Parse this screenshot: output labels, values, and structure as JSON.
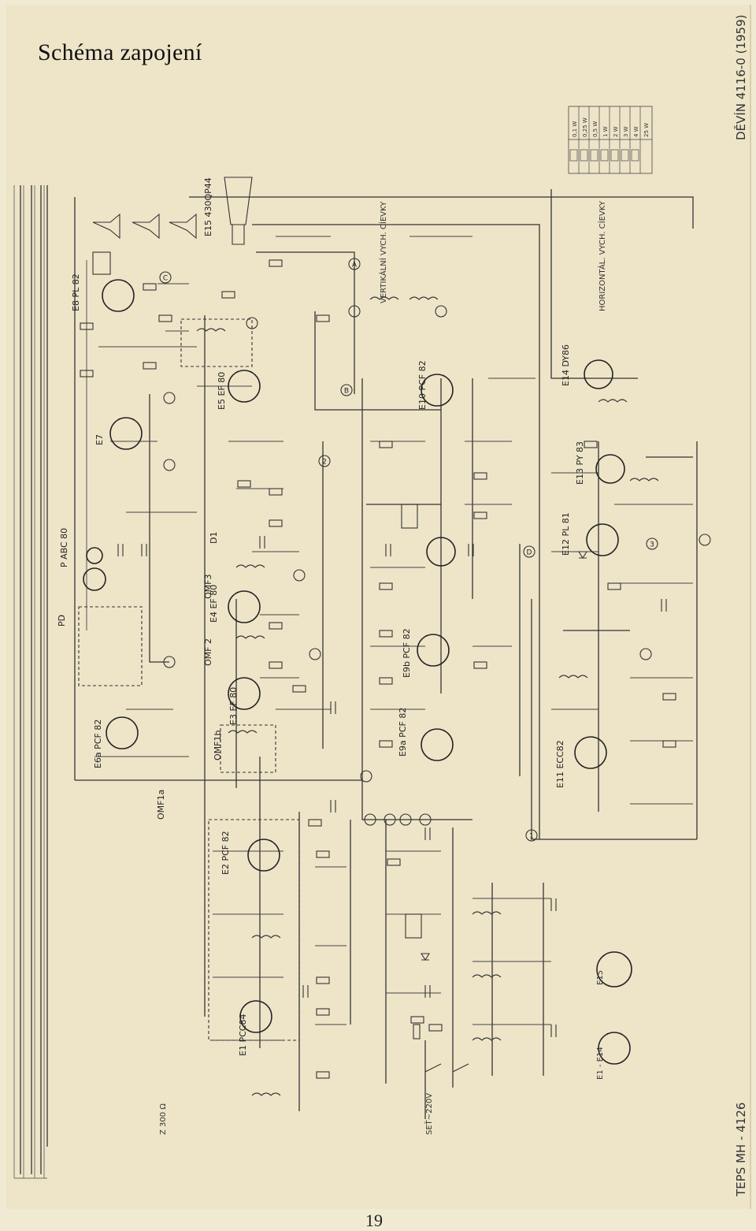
{
  "title": "Schéma zapojení",
  "page_number": "19",
  "right_title": "DĚVÍN 4116-0 (1959)",
  "model_label": "TEPS MH - 4126",
  "tubes": [
    {
      "id": "e1",
      "label": "E1 PCC84"
    },
    {
      "id": "e2",
      "label": "E2 PCF 82"
    },
    {
      "id": "e3",
      "label": "E3 EF 80"
    },
    {
      "id": "e4",
      "label": "E4 EF 80"
    },
    {
      "id": "e5",
      "label": "E5 EF 80"
    },
    {
      "id": "e6a",
      "label": "E6a PCF 82"
    },
    {
      "id": "e7",
      "label": "E7"
    },
    {
      "id": "e8",
      "label": "E8 PL 82"
    },
    {
      "id": "e9a",
      "label": "E9a PCF 82"
    },
    {
      "id": "e9b",
      "label": "E9b PCF 82"
    },
    {
      "id": "e10",
      "label": "E10 PCF 82"
    },
    {
      "id": "e11",
      "label": "E11 ECC82"
    },
    {
      "id": "e12",
      "label": "E12 PL 81"
    },
    {
      "id": "e13",
      "label": "E13 PY 83"
    },
    {
      "id": "e14",
      "label": "E14 DY86"
    },
    {
      "id": "e15",
      "label": "E15 430QP44"
    }
  ],
  "labels": {
    "pabc": "P ABC 80",
    "omf1a": "OMF1a",
    "omf1b": "OMF1b",
    "omf2": "OMF 2",
    "omf3": "OMF3",
    "pd": "PD",
    "d1": "D1",
    "mains": "SEŤ~220V",
    "vert": "VERTIKÁLNÍ VYCH. CÍEVKY",
    "horiz": "HORIZONTÁL. VYCH. CÍEVKY",
    "e1e14": "E1 - E14",
    "e15socket": "E15",
    "antenna": "Z 300 Ω"
  },
  "markers": [
    "A",
    "B",
    "C",
    "D",
    "1",
    "2",
    "3"
  ],
  "power_table": [
    "0,1 W",
    "0,25 W",
    "0,5 W",
    "1 W",
    "2 W",
    "3 W",
    "4 W",
    "25 W"
  ]
}
